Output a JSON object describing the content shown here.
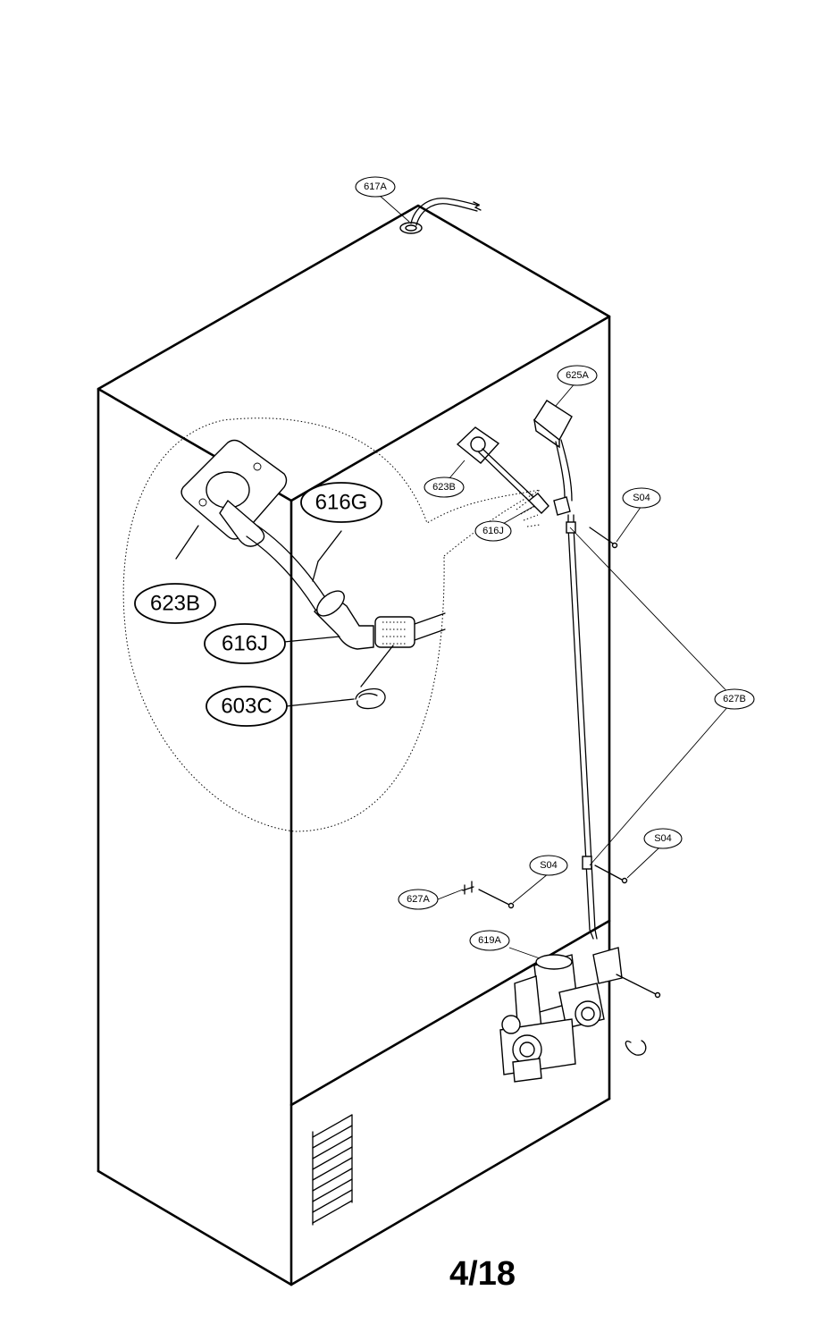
{
  "labels": {
    "l617A": "617A",
    "l625A": "625A",
    "l623B_small": "623B",
    "l616J_small": "616J",
    "lS04_top": "S04",
    "l627B": "627B",
    "lS04_right": "S04",
    "lS04_mid": "S04",
    "l627A": "627A",
    "l619A": "619A",
    "l616G_big": "616G",
    "l623B_big": "623B",
    "l616J_big": "616J",
    "l603C_big": "603C"
  },
  "page_number": "4/18"
}
